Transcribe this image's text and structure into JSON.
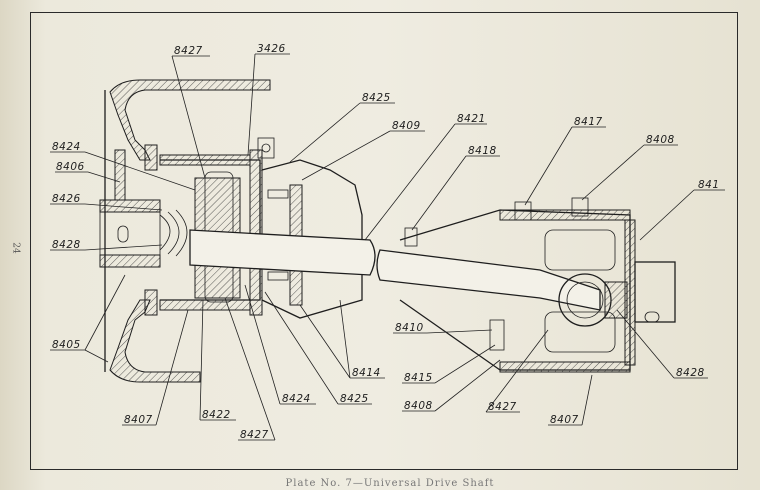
{
  "page_number": "24",
  "caption": "Plate No. 7—Universal Drive Shaft",
  "callouts": [
    {
      "id": "c1",
      "label": "8427"
    },
    {
      "id": "c2",
      "label": "3426"
    },
    {
      "id": "c3",
      "label": "8425"
    },
    {
      "id": "c4",
      "label": "8409"
    },
    {
      "id": "c5",
      "label": "8421"
    },
    {
      "id": "c6",
      "label": "8424"
    },
    {
      "id": "c7",
      "label": "8406"
    },
    {
      "id": "c8",
      "label": "8426"
    },
    {
      "id": "c9",
      "label": "8428"
    },
    {
      "id": "c10",
      "label": "8405"
    },
    {
      "id": "c11",
      "label": "8407"
    },
    {
      "id": "c12",
      "label": "8422"
    },
    {
      "id": "c13",
      "label": "8427"
    },
    {
      "id": "c14",
      "label": "8424"
    },
    {
      "id": "c15",
      "label": "8425"
    },
    {
      "id": "c16",
      "label": "8414"
    },
    {
      "id": "c17",
      "label": "8417"
    },
    {
      "id": "c18",
      "label": "8418"
    },
    {
      "id": "c19",
      "label": "8408"
    },
    {
      "id": "c20",
      "label": "841"
    },
    {
      "id": "c21",
      "label": "8410"
    },
    {
      "id": "c22",
      "label": "8415"
    },
    {
      "id": "c23",
      "label": "8408"
    },
    {
      "id": "c24",
      "label": "8427"
    },
    {
      "id": "c25",
      "label": "8407"
    },
    {
      "id": "c26",
      "label": "8428"
    }
  ]
}
